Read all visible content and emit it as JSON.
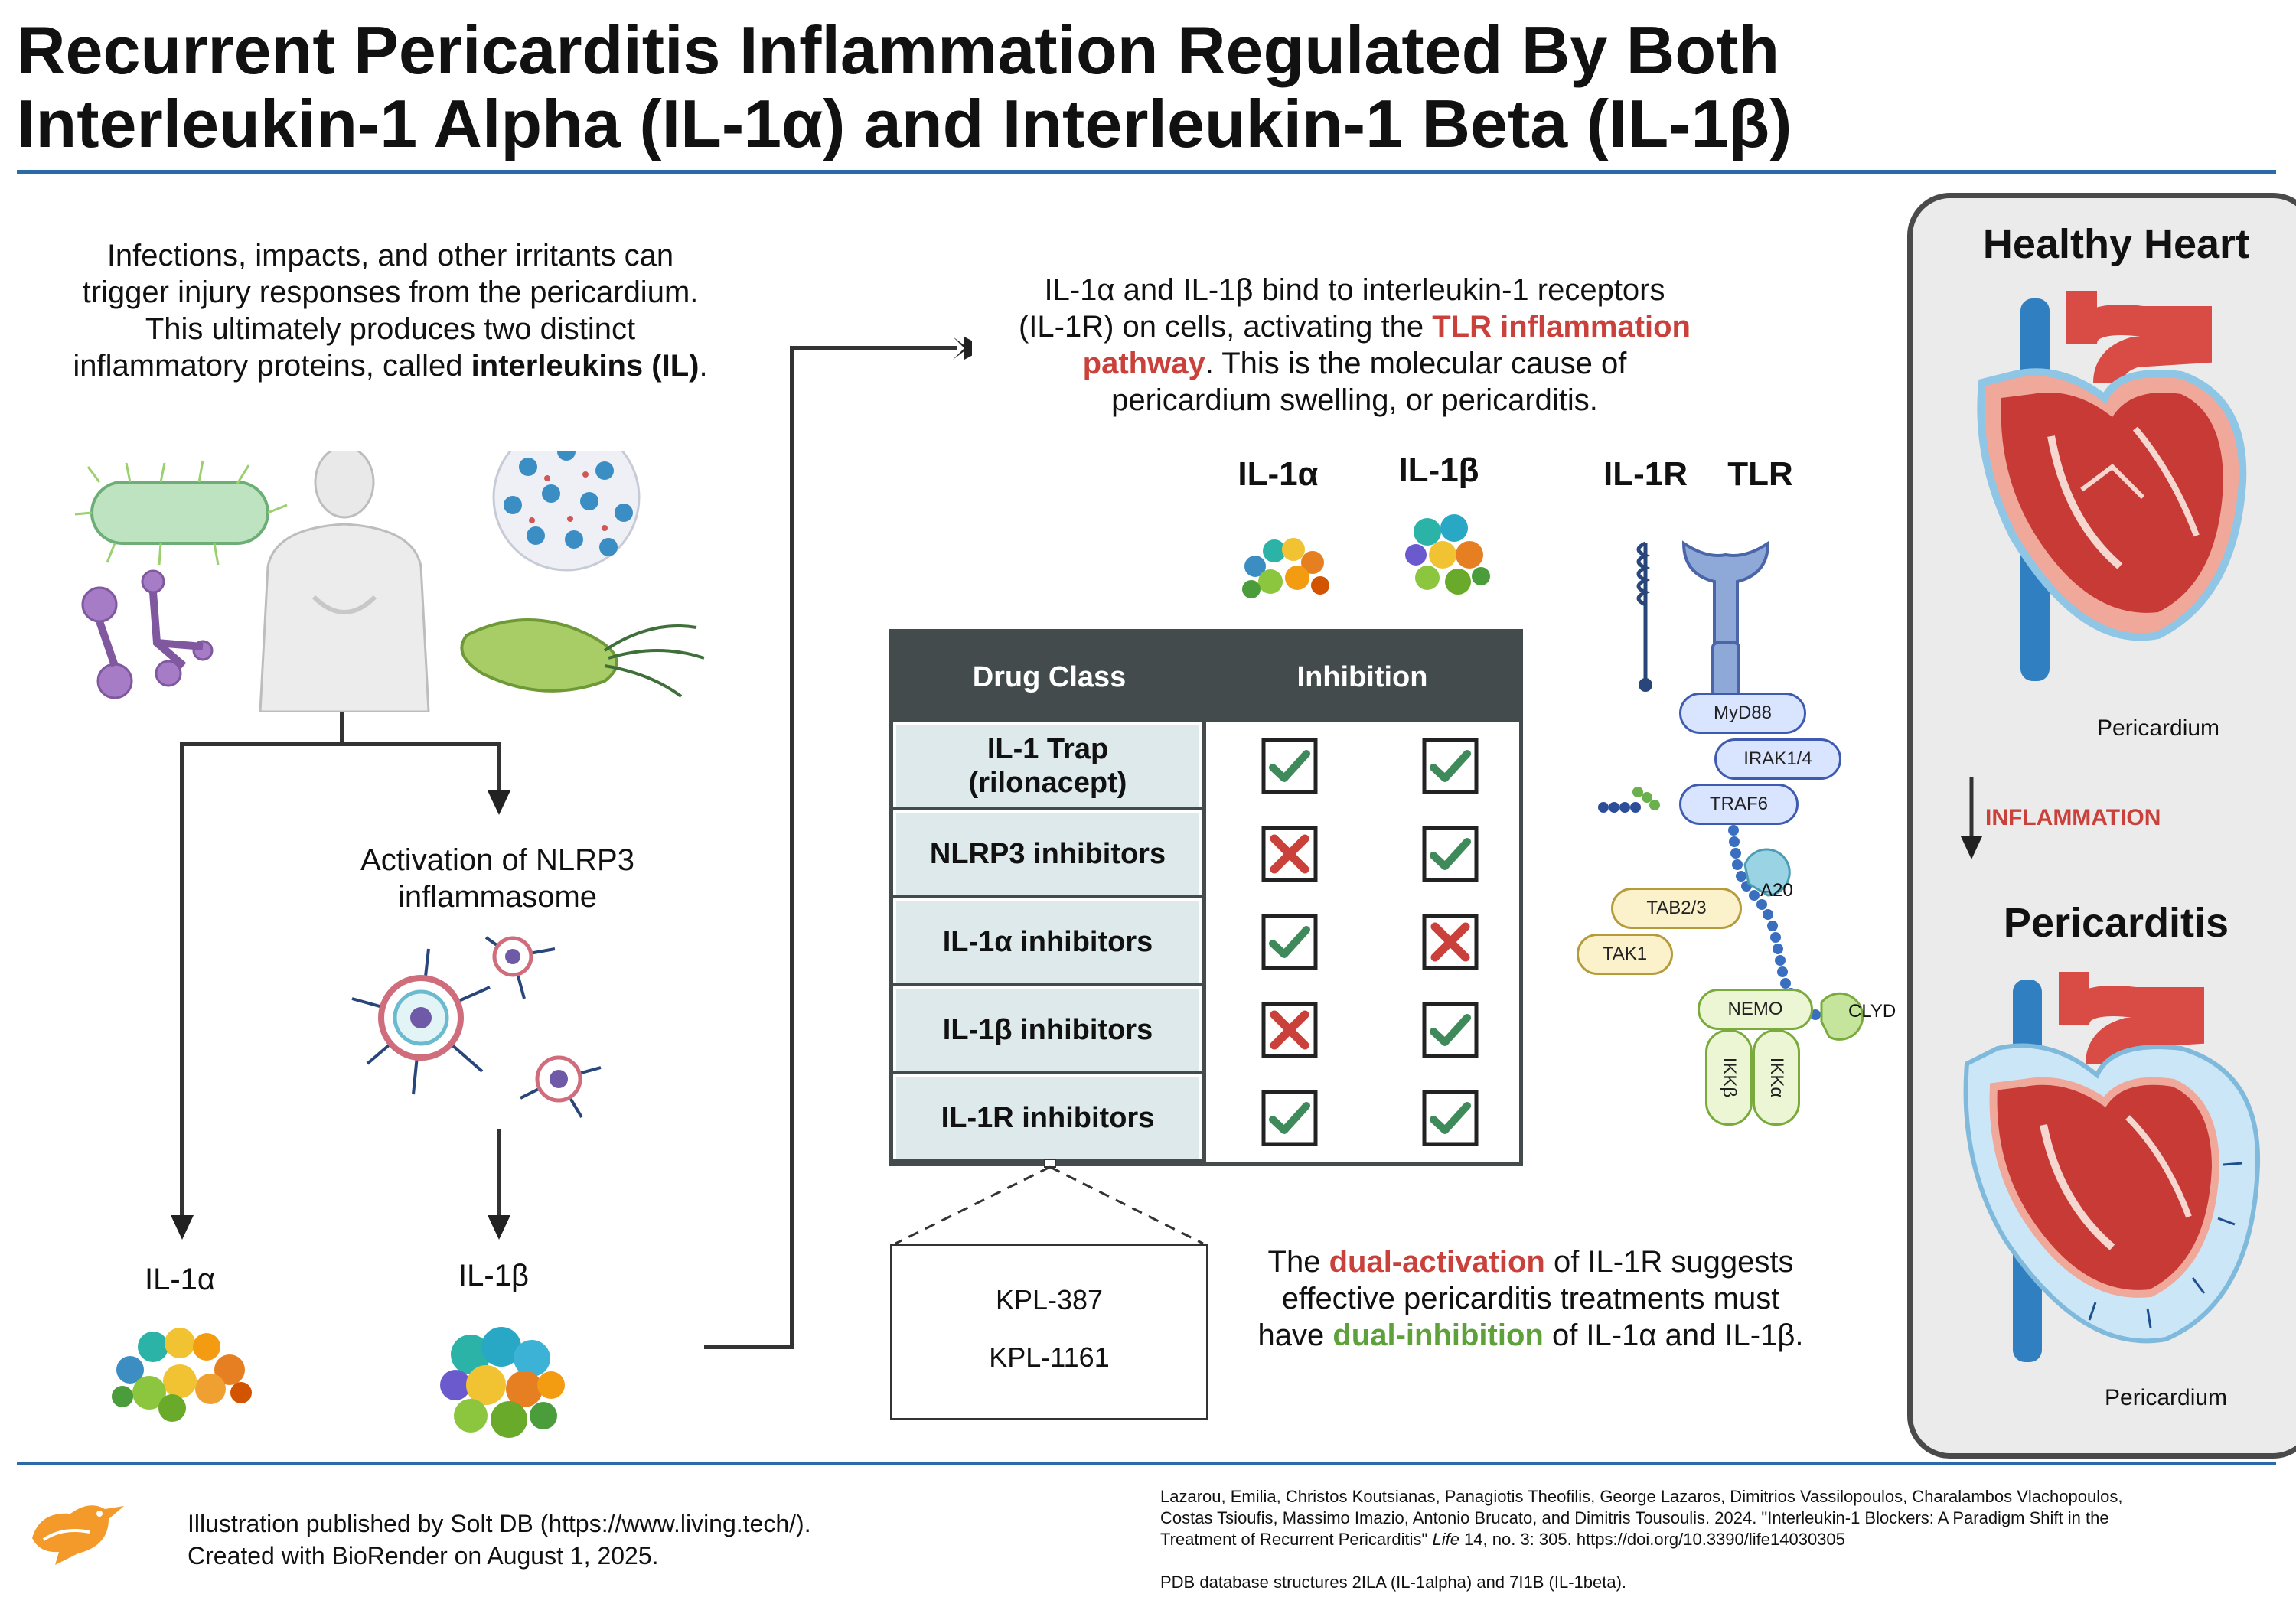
{
  "title_line1": "Recurrent Pericarditis Inflammation Regulated By Both",
  "title_line2": "Interleukin-1 Alpha (IL-1α) and Interleukin-1 Beta (IL-1β)",
  "intro": {
    "line1": "Infections, impacts, and other irritants can",
    "line2": "trigger injury responses from the pericardium.",
    "line3": "This ultimately produces two distinct",
    "line4_pre": "inflammatory proteins, called ",
    "line4_bold": "interleukins (IL)",
    "line4_post": "."
  },
  "nlrp3_label_line1": "Activation of NLRP3",
  "nlrp3_label_line2": "inflammasome",
  "left_il1a": "IL-1α",
  "left_il1b": "IL-1β",
  "pathway": {
    "line1": "IL-1α and IL-1β bind to interleukin-1 receptors",
    "line2_pre": "(IL-1R) on cells, activating the ",
    "line2_red": "TLR inflammation",
    "line3_red": "pathway",
    "line3_post": ". This is the molecular cause of",
    "line4": "pericardium swelling, or pericarditis."
  },
  "protein_labels": {
    "il1a": "IL-1α",
    "il1b": "IL-1β",
    "il1r": "IL-1R",
    "tlr": "TLR"
  },
  "signaling": {
    "myd88": "MyD88",
    "irak": "IRAK1/4",
    "traf6": "TRAF6",
    "a20": "A20",
    "tab": "TAB2/3",
    "tak1": "TAK1",
    "nemo": "NEMO",
    "clyd": "CLYD",
    "ikkb": "IKKβ",
    "ikka": "IKKα"
  },
  "table": {
    "header_class": "Drug Class",
    "header_inhibition": "Inhibition",
    "rows": [
      {
        "line1": "IL-1 Trap",
        "line2": "(rilonacept)",
        "a": "check",
        "b": "check"
      },
      {
        "line1": "NLRP3 inhibitors",
        "line2": "",
        "a": "cross",
        "b": "check"
      },
      {
        "line1": "IL-1α inhibitors",
        "line2": "",
        "a": "check",
        "b": "cross"
      },
      {
        "line1": "IL-1β inhibitors",
        "line2": "",
        "a": "cross",
        "b": "check"
      },
      {
        "line1": "IL-1R inhibitors",
        "line2": "",
        "a": "check",
        "b": "check"
      }
    ]
  },
  "kpl": {
    "a": "KPL-387",
    "b": "KPL-1161"
  },
  "conclusion": {
    "l1_pre": "The ",
    "l1_red": "dual-activation",
    "l1_post": " of IL-1R suggests",
    "l2": "effective pericarditis treatments must",
    "l3_pre": "have ",
    "l3_green": "dual-inhibition",
    "l3_post": " of IL-1α and IL-1β."
  },
  "right_panel": {
    "healthy": "Healthy Heart",
    "pericardium_top": "Pericardium",
    "inflammation": "INFLAMMATION",
    "pericarditis": "Pericarditis",
    "pericardium_bottom": "Pericardium"
  },
  "footer": {
    "line1": "Illustration published by Solt DB (https://www.living.tech/).",
    "line2": "Created with BioRender on August 1, 2025."
  },
  "citation": {
    "l1": "Lazarou, Emilia, Christos Koutsianas, Panagiotis Theofilis, George Lazaros, Dimitrios Vassilopoulos, Charalambos Vlachopoulos,",
    "l2": "Costas Tsioufis, Massimo Imazio, Antonio Brucato, and Dimitris Tousoulis. 2024. \"Interleukin-1 Blockers: A Paradigm Shift in the",
    "l3_pre": "Treatment of Recurrent Pericarditis\" ",
    "l3_italic": "Life",
    "l3_post": " 14, no. 3: 305. https://doi.org/10.3390/life14030305",
    "l4": "PDB database structures 2ILA (IL-1alpha) and 7I1B (IL-1beta)."
  },
  "colors": {
    "rule": "#2b6aa8",
    "table_header": "#434b4d",
    "table_row": "#dde9ea",
    "check": "#3f8a5a",
    "cross": "#c9413a",
    "accent_red": "#c9413a",
    "accent_green": "#5ea03a",
    "panel_bg": "#ebebeb",
    "panel_border": "#4a4a4a"
  }
}
